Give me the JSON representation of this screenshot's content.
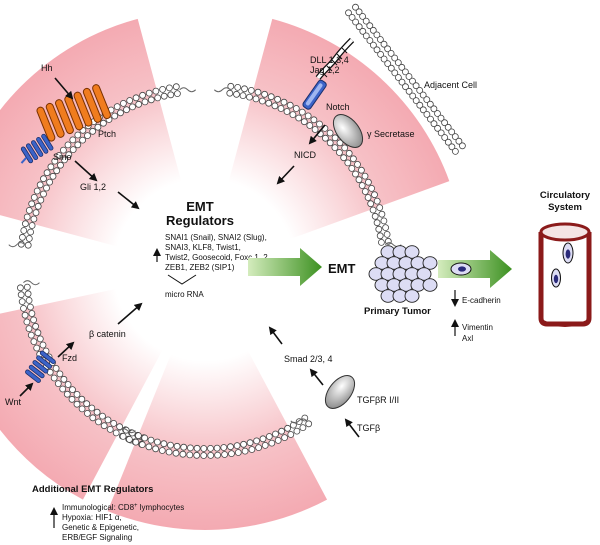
{
  "center": {
    "title_line1": "EMT",
    "title_line2": "Regulators",
    "regulator_lines": [
      "SNAI1 (Snail), SNAI2 (Slug),",
      "SNAI3, KLF8, Twist1,",
      "Twist2, Goosecoid, Foxc 1, 2,",
      "ZEB1, ZEB2 (SIP1)"
    ],
    "micro_rna": "micro RNA"
  },
  "hedgehog": {
    "ligand": "Hh",
    "receptor": "Ptch",
    "smo": "Smo",
    "effector": "Gli 1,2"
  },
  "notch": {
    "ligand_line1": "DLL 1,3,4",
    "ligand_line2": "Jag 1,2",
    "adjacent_cell": "Adjacent Cell",
    "receptor": "Notch",
    "secretase": "γ Secretase",
    "effector": "NICD"
  },
  "wnt": {
    "ligand": "Wnt",
    "receptor": "Fzd",
    "effector": "β catenin"
  },
  "tgf": {
    "effector": "Smad 2/3, 4",
    "receptor": "TGFβR I/II",
    "ligand": "TGFβ"
  },
  "emt": {
    "label": "EMT",
    "tumor_label": "Primary Tumor",
    "down_marker": "E-cadherin",
    "up_marker_line1": "Vimentin",
    "up_marker_line2": "Axl"
  },
  "circulatory": {
    "line1": "Circulatory",
    "line2": "System"
  },
  "additional": {
    "title": "Additional EMT Regulators",
    "line1_prefix": "Immunological: CD8",
    "line1_sup": "+",
    "line1_suffix": " lymphocytes",
    "line2": "Hypoxia: HIF1 α,",
    "line3": "Genetic & Epigenetic,",
    "line4": "ERB/EGF Signaling"
  },
  "colors": {
    "cytoplasm_pink": "#f7c3c8",
    "membrane_bead": "#ffffff",
    "ptch_orange": "#f07c1e",
    "smo_blue": "#3b63c8",
    "green_arrow": "#5cae2c",
    "cell_lilac": "#dcdcf4",
    "vessel_red": "#8b1a1a"
  }
}
